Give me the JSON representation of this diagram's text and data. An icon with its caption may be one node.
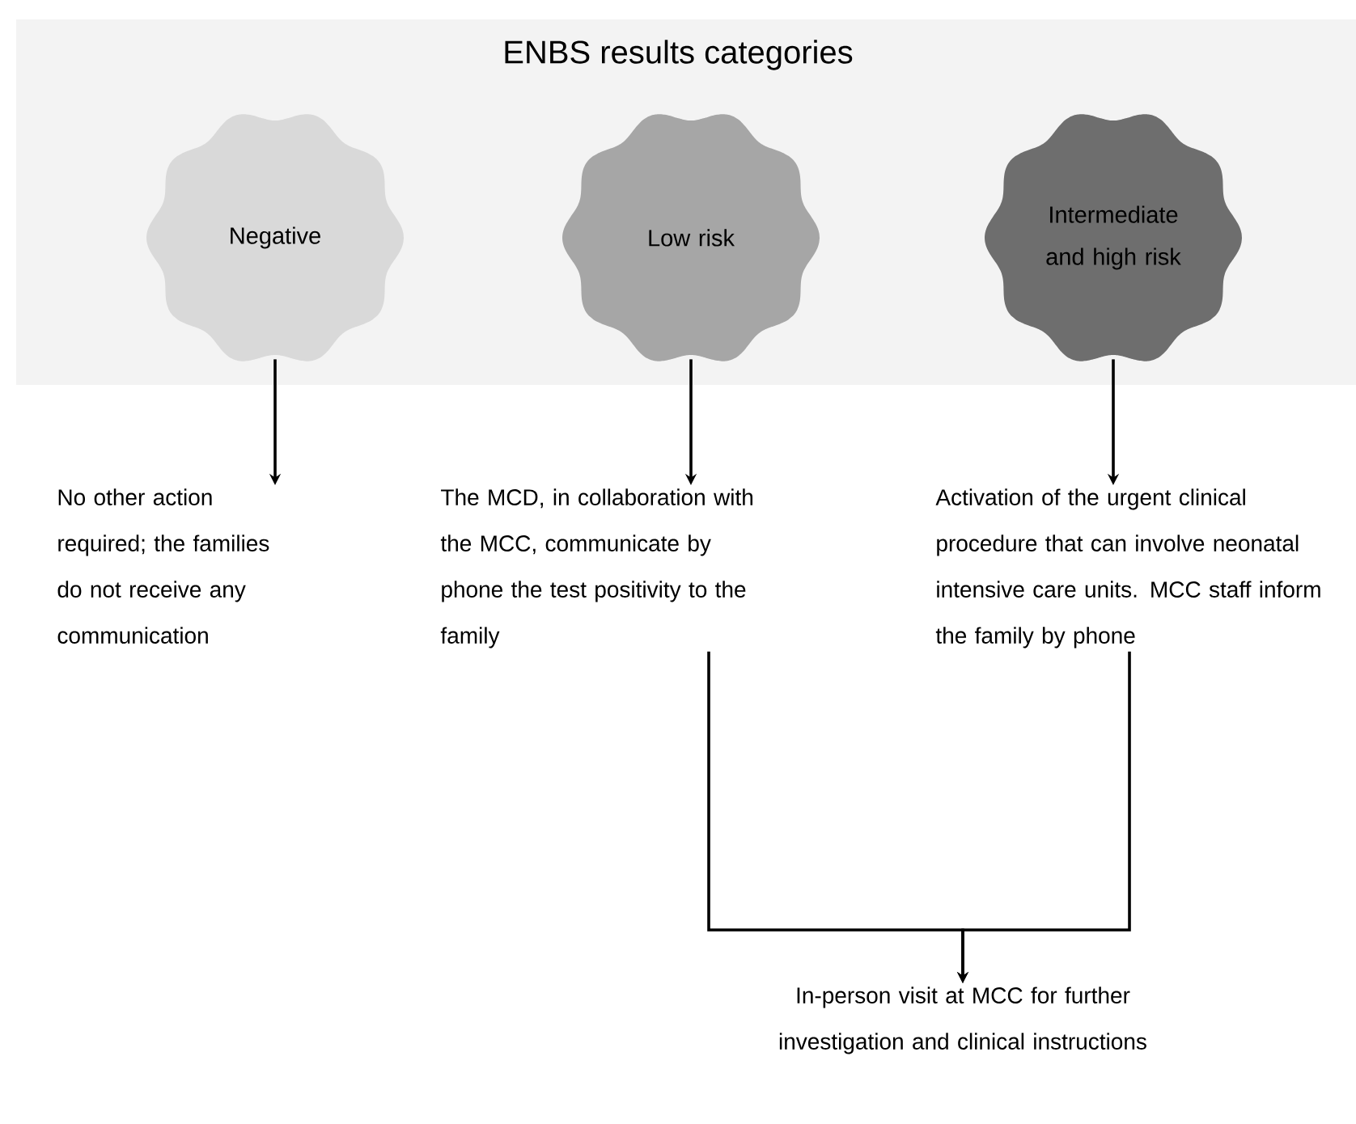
{
  "diagram": {
    "nodes": [
      {
        "text": [
          "ENBS results categories"
        ]
      },
      {
        "text": [
          "Negative"
        ],
        "in": 0
      },
      {
        "text": [
          "Low risk"
        ],
        "in": 0
      },
      {
        "text": [
          "Intermediate and high risk"
        ],
        "in": 0
      },
      {
        "text": [
          "No other action required; the families do not receive any communication"
        ]
      },
      {
        "text": [
          "The MCD, in collaboration with the MCC, communicate by phone the test positivity to the family"
        ]
      },
      {
        "text": [
          "Activation of the urgent clinical procedure that can involve neonatal intensive care units. MCC staff inform the family by phone"
        ]
      },
      {
        "text": [
          "In-person visit at MCC for further investigation and clinical instructions"
        ]
      }
    ],
    "edges": [
      {
        "from": 1,
        "to": 4,
        "arrow": "to"
      },
      {
        "from": 2,
        "to": 5,
        "arrow": "to"
      },
      {
        "from": 3,
        "to": 6,
        "arrow": "to"
      },
      {
        "from": 5,
        "to": 7,
        "arrow": "to"
      },
      {
        "from": 6,
        "to": 7,
        "arrow": "to"
      }
    ]
  }
}
